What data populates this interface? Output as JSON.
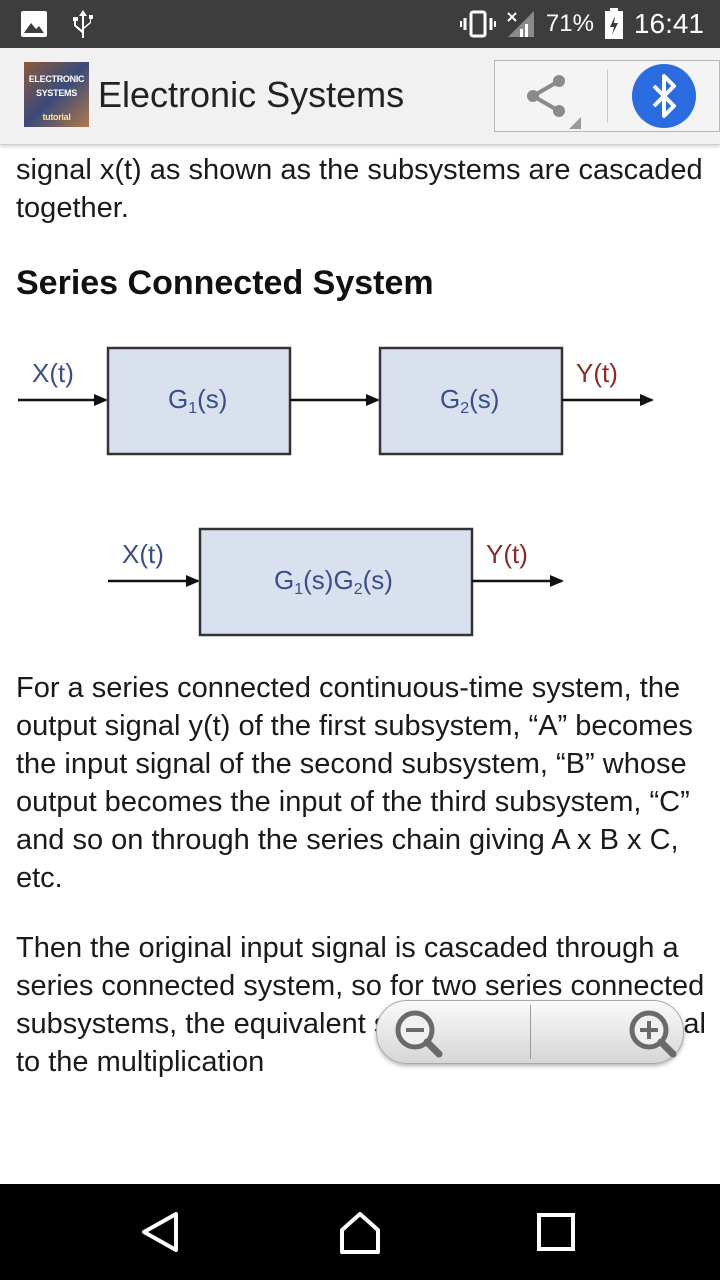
{
  "status_bar": {
    "battery_percent": "71%",
    "time": "16:41",
    "icons": [
      "image-notification-icon",
      "usb-icon",
      "vibrate-icon",
      "signal-icon",
      "battery-icon"
    ]
  },
  "app_bar": {
    "title": "Electronic Systems",
    "logo_lines": [
      "ELECTRONIC",
      "SYSTEMS",
      "tutorial"
    ],
    "share_icon": "share-icon",
    "bluetooth_icon": "bluetooth-icon",
    "accent": "#2a6be0"
  },
  "article": {
    "intro_tail": "signal x(t) as shown as the subsystems are cascaded together.",
    "section_heading": "Series Connected System",
    "paragraph_1": "For a series connected continuous-time system, the output signal y(t) of the first subsystem, “A” becomes the input signal of the second subsystem, “B” whose output becomes the input of the third subsystem, “C” and so on through the series chain giving A x B x C, etc.",
    "paragraph_2": "Then the original input signal is cascaded through a series connected system, so for two series connected subsystems, the equivalent single output will be equal to the multiplication"
  },
  "diagram": {
    "top": {
      "input_label": "X(t)",
      "output_label": "Y(t)",
      "block1_base": "G",
      "block1_sub": "1",
      "block1_tail": "(s)",
      "block2_base": "G",
      "block2_sub": "2",
      "block2_tail": "(s)"
    },
    "bottom": {
      "input_label": "X(t)",
      "output_label": "Y(t)",
      "part1_base": "G",
      "part1_sub": "1",
      "part1_tail": "(s)",
      "part2_base": "G",
      "part2_sub": "2",
      "part2_tail": "(s)"
    },
    "block_fill": "#d9e1ee",
    "label_color": "#3a4f8a",
    "output_color": "#8a2a2a"
  },
  "zoom_controls": {
    "zoom_out_icon": "zoom-out-icon",
    "zoom_in_icon": "zoom-in-icon"
  },
  "nav_bar": {
    "icons": [
      "back-icon",
      "home-icon",
      "recents-icon"
    ]
  }
}
